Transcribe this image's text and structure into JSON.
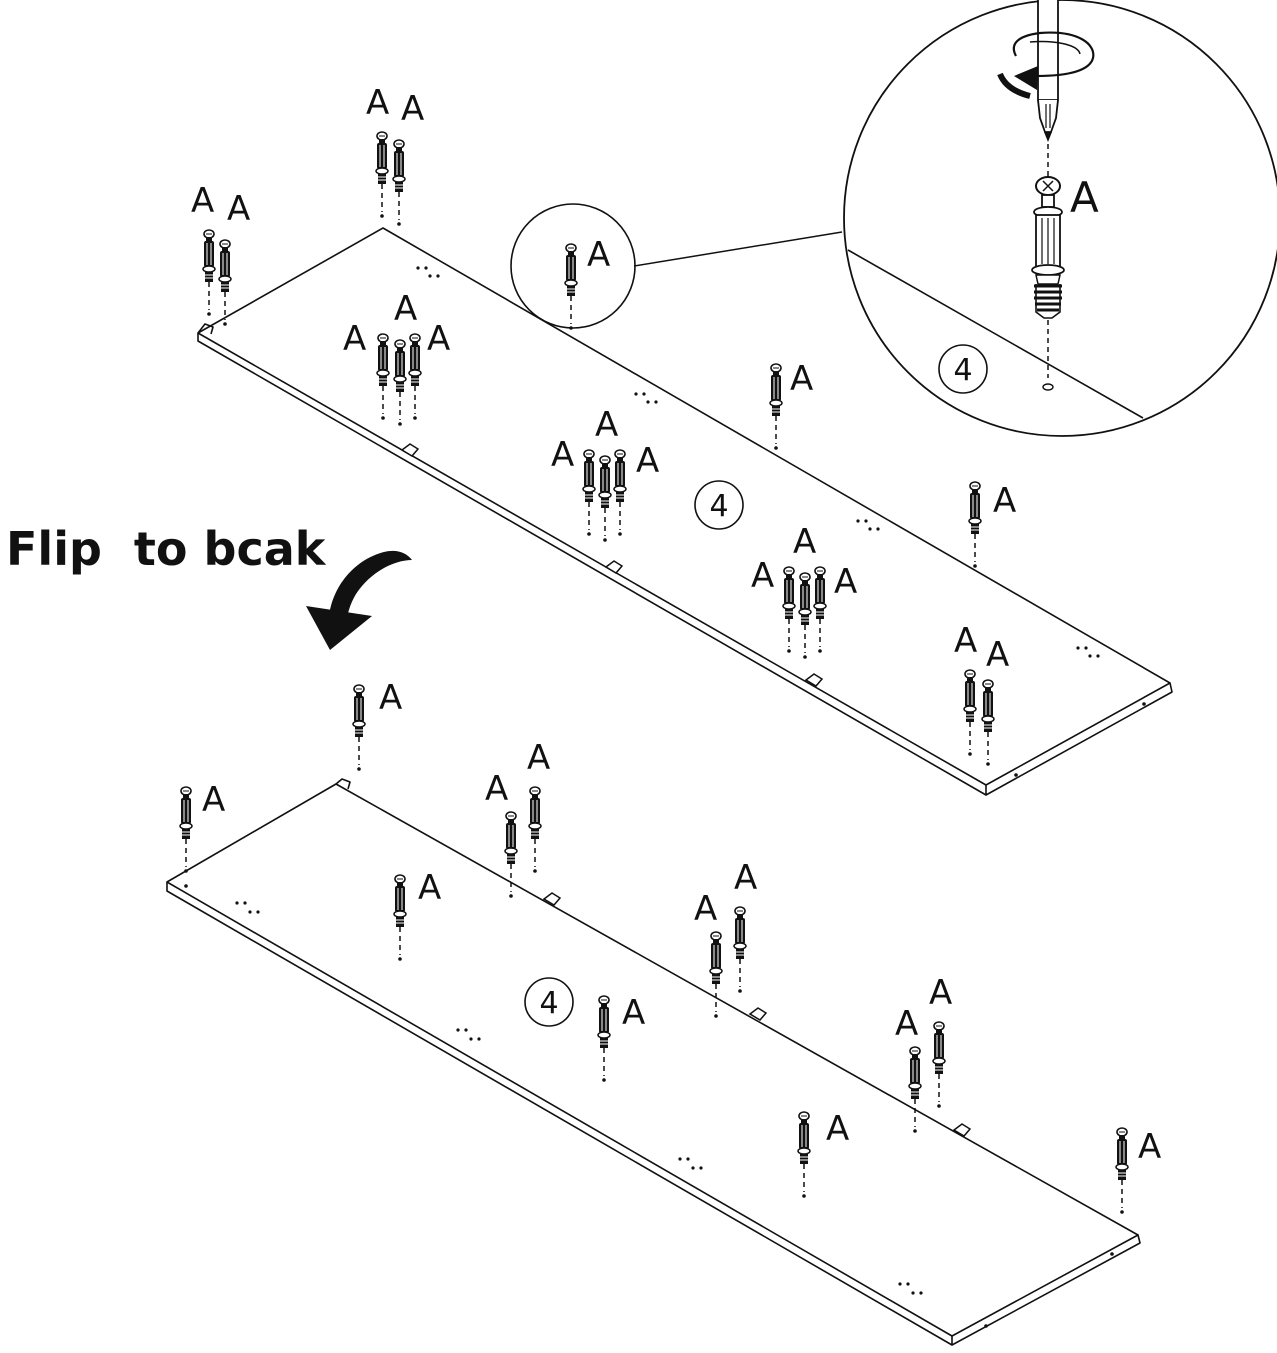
{
  "instruction": {
    "flip_label": "Flip  to bcak"
  },
  "part": {
    "letter": "A",
    "icon": "cam-dowel-icon"
  },
  "step": {
    "number": "4"
  },
  "colors": {
    "ink": "#111111",
    "background": "#ffffff"
  }
}
